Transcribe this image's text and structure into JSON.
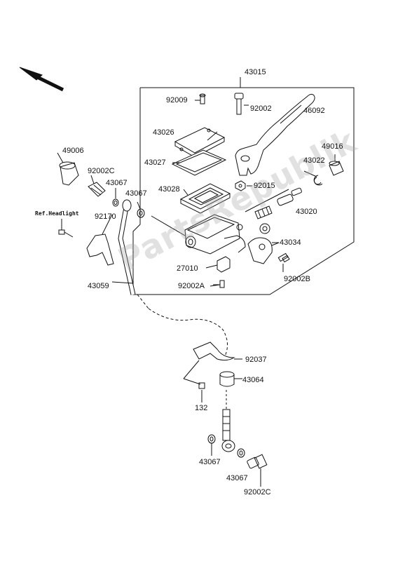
{
  "diagram": {
    "labels": {
      "p43015": "43015",
      "p92009": "92009",
      "p92002": "92002",
      "p46092": "46092",
      "p43026": "43026",
      "p49016": "49016",
      "p43022": "43022",
      "p43027": "43027",
      "p49006": "49006",
      "p92002c_top": "92002C",
      "p43067_a": "43067",
      "p43067_b": "43067",
      "p43028": "43028",
      "p92015": "92015",
      "p43020": "43020",
      "ref_headlight": "Ref.Headlight",
      "p92170": "92170",
      "p43034": "43034",
      "p27010": "27010",
      "p92002a": "92002A",
      "p92002b": "92002B",
      "p43059": "43059",
      "p92037": "92037",
      "p43064": "43064",
      "p132": "132",
      "p43067_c": "43067",
      "p43067_d": "43067",
      "p92002c_bottom": "92002C"
    },
    "watermark": "PartsRepublik",
    "colors": {
      "line": "#111111",
      "watermark": "#aaaaaa"
    }
  }
}
